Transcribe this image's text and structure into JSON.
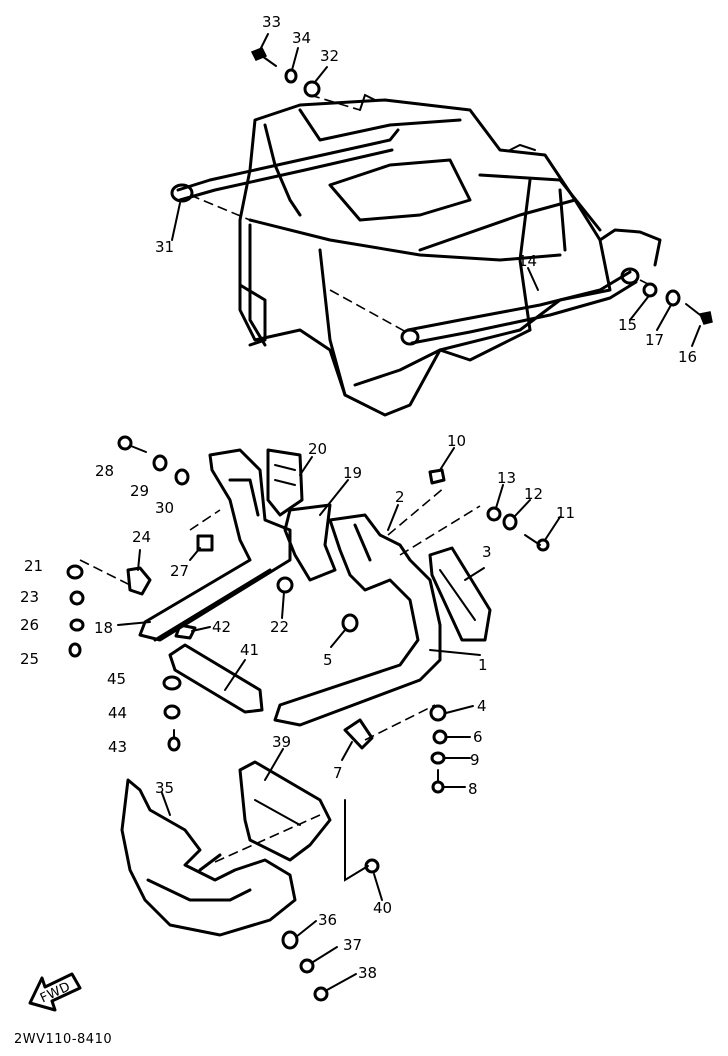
{
  "callouts": {
    "p1": "1",
    "p2": "2",
    "p3": "3",
    "p4": "4",
    "p5": "5",
    "p6": "6",
    "p7": "7",
    "p8": "8",
    "p9": "9",
    "p10": "10",
    "p11": "11",
    "p12": "12",
    "p13": "13",
    "p14": "14",
    "p15": "15",
    "p16": "16",
    "p17": "17",
    "p18": "18",
    "p19": "19",
    "p20": "20",
    "p21": "21",
    "p22": "22",
    "p23": "23",
    "p24": "24",
    "p25": "25",
    "p26": "26",
    "p27": "27",
    "p28": "28",
    "p29": "29",
    "p30": "30",
    "p31": "31",
    "p32": "32",
    "p33": "33",
    "p34": "34",
    "p35": "35",
    "p36": "36",
    "p37": "37",
    "p38": "38",
    "p39": "39",
    "p40": "40",
    "p41": "41",
    "p42": "42",
    "p43": "43",
    "p44": "44",
    "p45": "45"
  },
  "fwd_label": "FWD",
  "diagram_code": "2WV110-8410"
}
